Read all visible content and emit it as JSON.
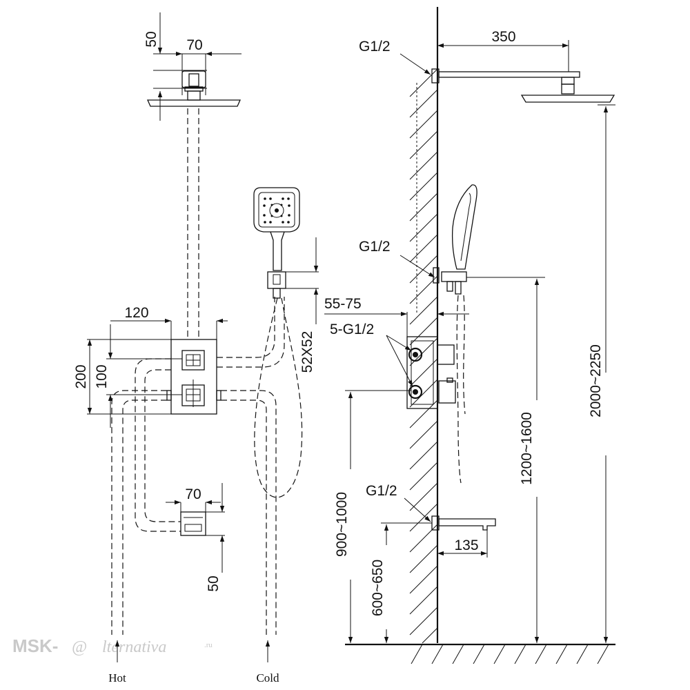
{
  "front_view": {
    "dims": {
      "head_height": "50",
      "head_width": "70",
      "valve_width": "120",
      "valve_height_outer": "200",
      "valve_height_inner": "100",
      "holder_size": "52X52",
      "spout_width": "70",
      "spout_height": "50"
    },
    "pipe_labels": {
      "hot": "Hot",
      "cold": "Cold"
    }
  },
  "side_view": {
    "connections": {
      "overhead": "G1/2",
      "handshower": "G1/2",
      "valve_ports": "5-G1/2",
      "spout": "G1/2"
    },
    "dims": {
      "arm_length": "350",
      "valve_depth": "55-75",
      "spout_length": "135",
      "head_height": "2000~2250",
      "holder_height": "1200~1600",
      "valve_height": "900~1000",
      "spout_height": "600~650"
    }
  },
  "watermark": {
    "brand_left": "MSK-",
    "brand_mark": "@",
    "brand_right": "lternativa",
    "domain_suffix": ".ru"
  }
}
